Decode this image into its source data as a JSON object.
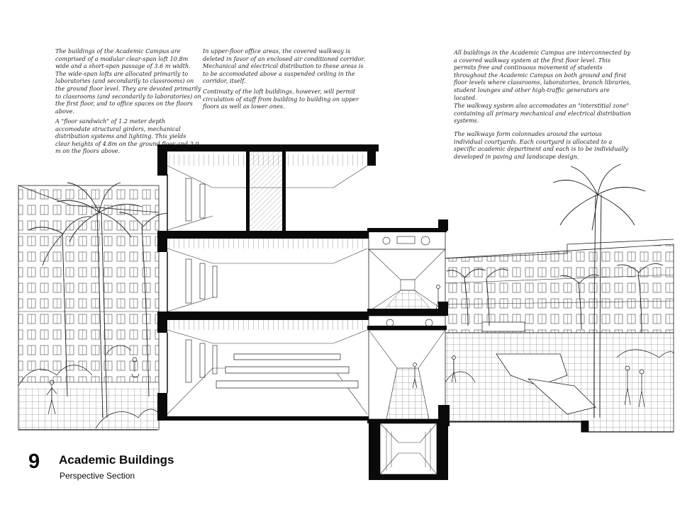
{
  "caption": {
    "number": "9",
    "title": "Academic Buildings",
    "subtitle": "Perspective Section"
  },
  "notes": {
    "column_1": [
      "The buildings of the Academic Campus are comprised of a modular clear-span loft 10.8m wide and a short-span passage of 3.6 m width. The wide-span lofts are allocated primarily to laboratories (and secondarily to classrooms) on the ground floor level. They are devoted primarily to classrooms (and secondarily to laboratories) on the first floor, and to office spaces on the floors above.",
      "A \"floor sandwich\" of 1.2 meter depth accomodate structural girders, mechanical distribution systems and lighting. This yields clear heights of 4.8m on the ground floor and 3.0 m on the floors above."
    ],
    "column_2": [
      "In upper-floor office areas, the covered walkway is deleted in favor of an enclosed air conditioned corridor. Mechanical and electrical distribution to these areas is to be accomodated above a suspended ceiling in the corridor, itself.",
      "Continuity of the loft buildings, however, will permit circulation of staff from building to building on upper floors as well as lower ones."
    ],
    "column_3": [
      "All buildings in the Academic Campus are interconnected by a covered walkway system at the first floor level. This permits free and continuous movement of students throughout the Academic Campus on both ground and first floor levels where classrooms, laboratories, branch libraries, student lounges and other high-traffic generators are located.",
      "The walkway system also accomodates an \"interstitial zone\" containing all primary mechanical and electrical distribution systems.",
      "The walkways form colonnades around the various individual courtyards. Each courtyard is allocated to a specific academic department and each is to be individually developed in paving and landscape design."
    ]
  },
  "drawing": {
    "subject": "perspective-section",
    "line_color": "#1a1a1a",
    "poche_color": "#0a0a0a"
  }
}
